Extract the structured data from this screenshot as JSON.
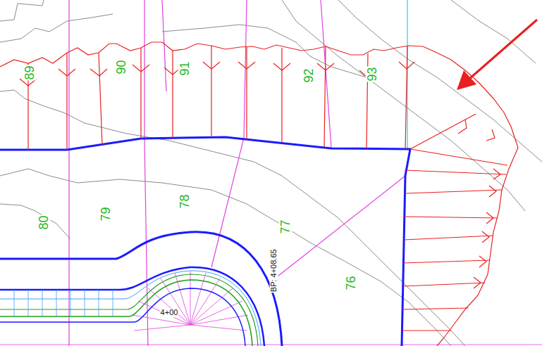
{
  "diagram": {
    "labels": [
      "89",
      "90",
      "91",
      "92",
      "93",
      "80",
      "79",
      "78",
      "77",
      "76",
      "BP: 4+08.65",
      "4+00"
    ]
  }
}
